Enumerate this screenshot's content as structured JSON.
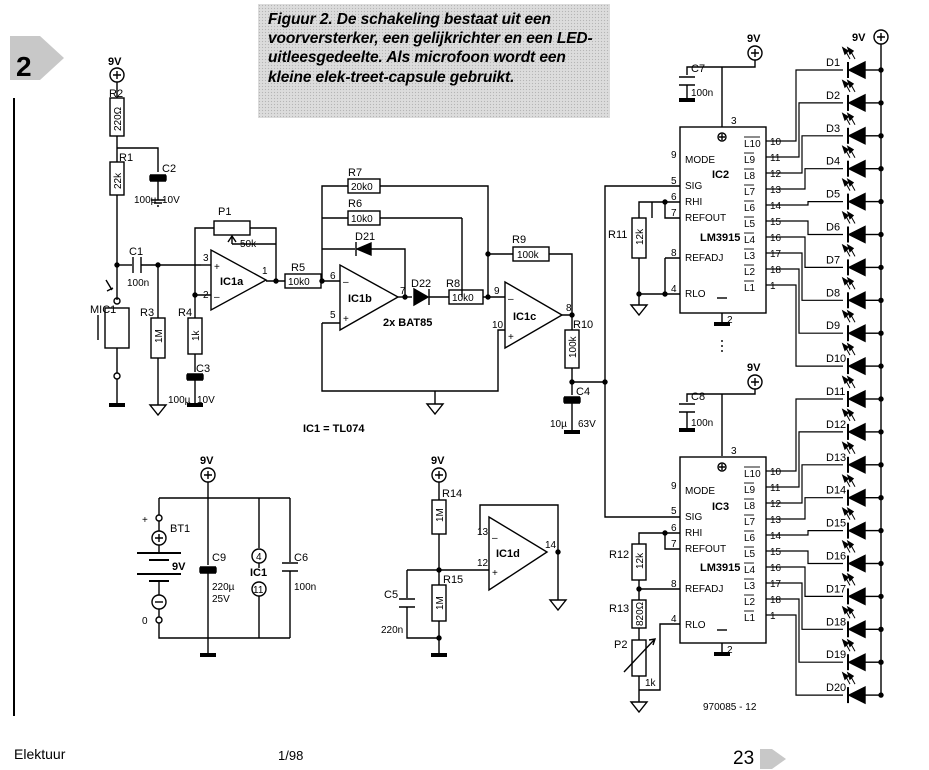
{
  "caption": "Figuur 2. De schakeling bestaat uit een voorversterker, een gelijkrichter en een LED-uitleesgedeelte. Als microfoon wordt een kleine elek-treet-capsule gebruikt.",
  "figure_number": "2",
  "footer": {
    "journal": "Elektuur",
    "issue": "1/98",
    "page": "23"
  },
  "drawing_code": "970085 - 12",
  "ic1_note": "IC1 = TL074",
  "supply_label": "9V",
  "components": {
    "R1": {
      "ref": "R1",
      "value": "22k"
    },
    "R2": {
      "ref": "R2",
      "value": "220Ω"
    },
    "R3": {
      "ref": "R3",
      "value": "1M"
    },
    "R4": {
      "ref": "R4",
      "value": "1k"
    },
    "R5": {
      "ref": "R5",
      "value": "10k0"
    },
    "R6": {
      "ref": "R6",
      "value": "10k0"
    },
    "R7": {
      "ref": "R7",
      "value": "20k0"
    },
    "R8": {
      "ref": "R8",
      "value": "10k0"
    },
    "R9": {
      "ref": "R9",
      "value": "100k"
    },
    "R10": {
      "ref": "R10",
      "value": "100k"
    },
    "R11": {
      "ref": "R11",
      "value": "12k"
    },
    "R12": {
      "ref": "R12",
      "value": "12k"
    },
    "R13": {
      "ref": "R13",
      "value": "820Ω"
    },
    "R14": {
      "ref": "R14",
      "value": "1M"
    },
    "R15": {
      "ref": "R15",
      "value": "1M"
    },
    "P1": {
      "ref": "P1",
      "value": "50k"
    },
    "P2": {
      "ref": "P2",
      "value": "1k"
    },
    "C1": {
      "ref": "C1",
      "value": "100n"
    },
    "C2": {
      "ref": "C2",
      "value": "100µ",
      "voltage": "10V"
    },
    "C3": {
      "ref": "C3",
      "value": "100µ",
      "voltage": "10V"
    },
    "C4": {
      "ref": "C4",
      "value": "10µ",
      "voltage": "63V"
    },
    "C5": {
      "ref": "C5",
      "value": "220n"
    },
    "C6": {
      "ref": "C6",
      "value": "100n"
    },
    "C7": {
      "ref": "C7",
      "value": "100n"
    },
    "C8": {
      "ref": "C8",
      "value": "100n"
    },
    "C9": {
      "ref": "C9",
      "value": "220µ",
      "voltage": "25V"
    },
    "D21": {
      "ref": "D21"
    },
    "D22": {
      "ref": "D22"
    },
    "diode_type": "2x BAT85",
    "MIC1": {
      "ref": "MIC1"
    },
    "BT1": {
      "ref": "BT1",
      "value": "9V"
    },
    "IC1a": "IC1a",
    "IC1b": "IC1b",
    "IC1c": "IC1c",
    "IC1d": "IC1d",
    "IC1": "IC1",
    "IC2": "IC2",
    "IC3": "IC3",
    "chip": "LM3915"
  },
  "ic_pins": [
    "MODE",
    "SIG",
    "RHI",
    "REFOUT",
    "REFADJ",
    "RLO"
  ],
  "led_pins": [
    "L10",
    "L9",
    "L8",
    "L7",
    "L6",
    "L5",
    "L4",
    "L3",
    "L2",
    "L1"
  ],
  "led_pin_numbers": [
    "10",
    "11",
    "12",
    "13",
    "14",
    "15",
    "16",
    "17",
    "18",
    "1"
  ],
  "leds": [
    "D1",
    "D2",
    "D3",
    "D4",
    "D5",
    "D6",
    "D7",
    "D8",
    "D9",
    "D10",
    "D11",
    "D12",
    "D13",
    "D14",
    "D15",
    "D16",
    "D17",
    "D18",
    "D19",
    "D20"
  ]
}
